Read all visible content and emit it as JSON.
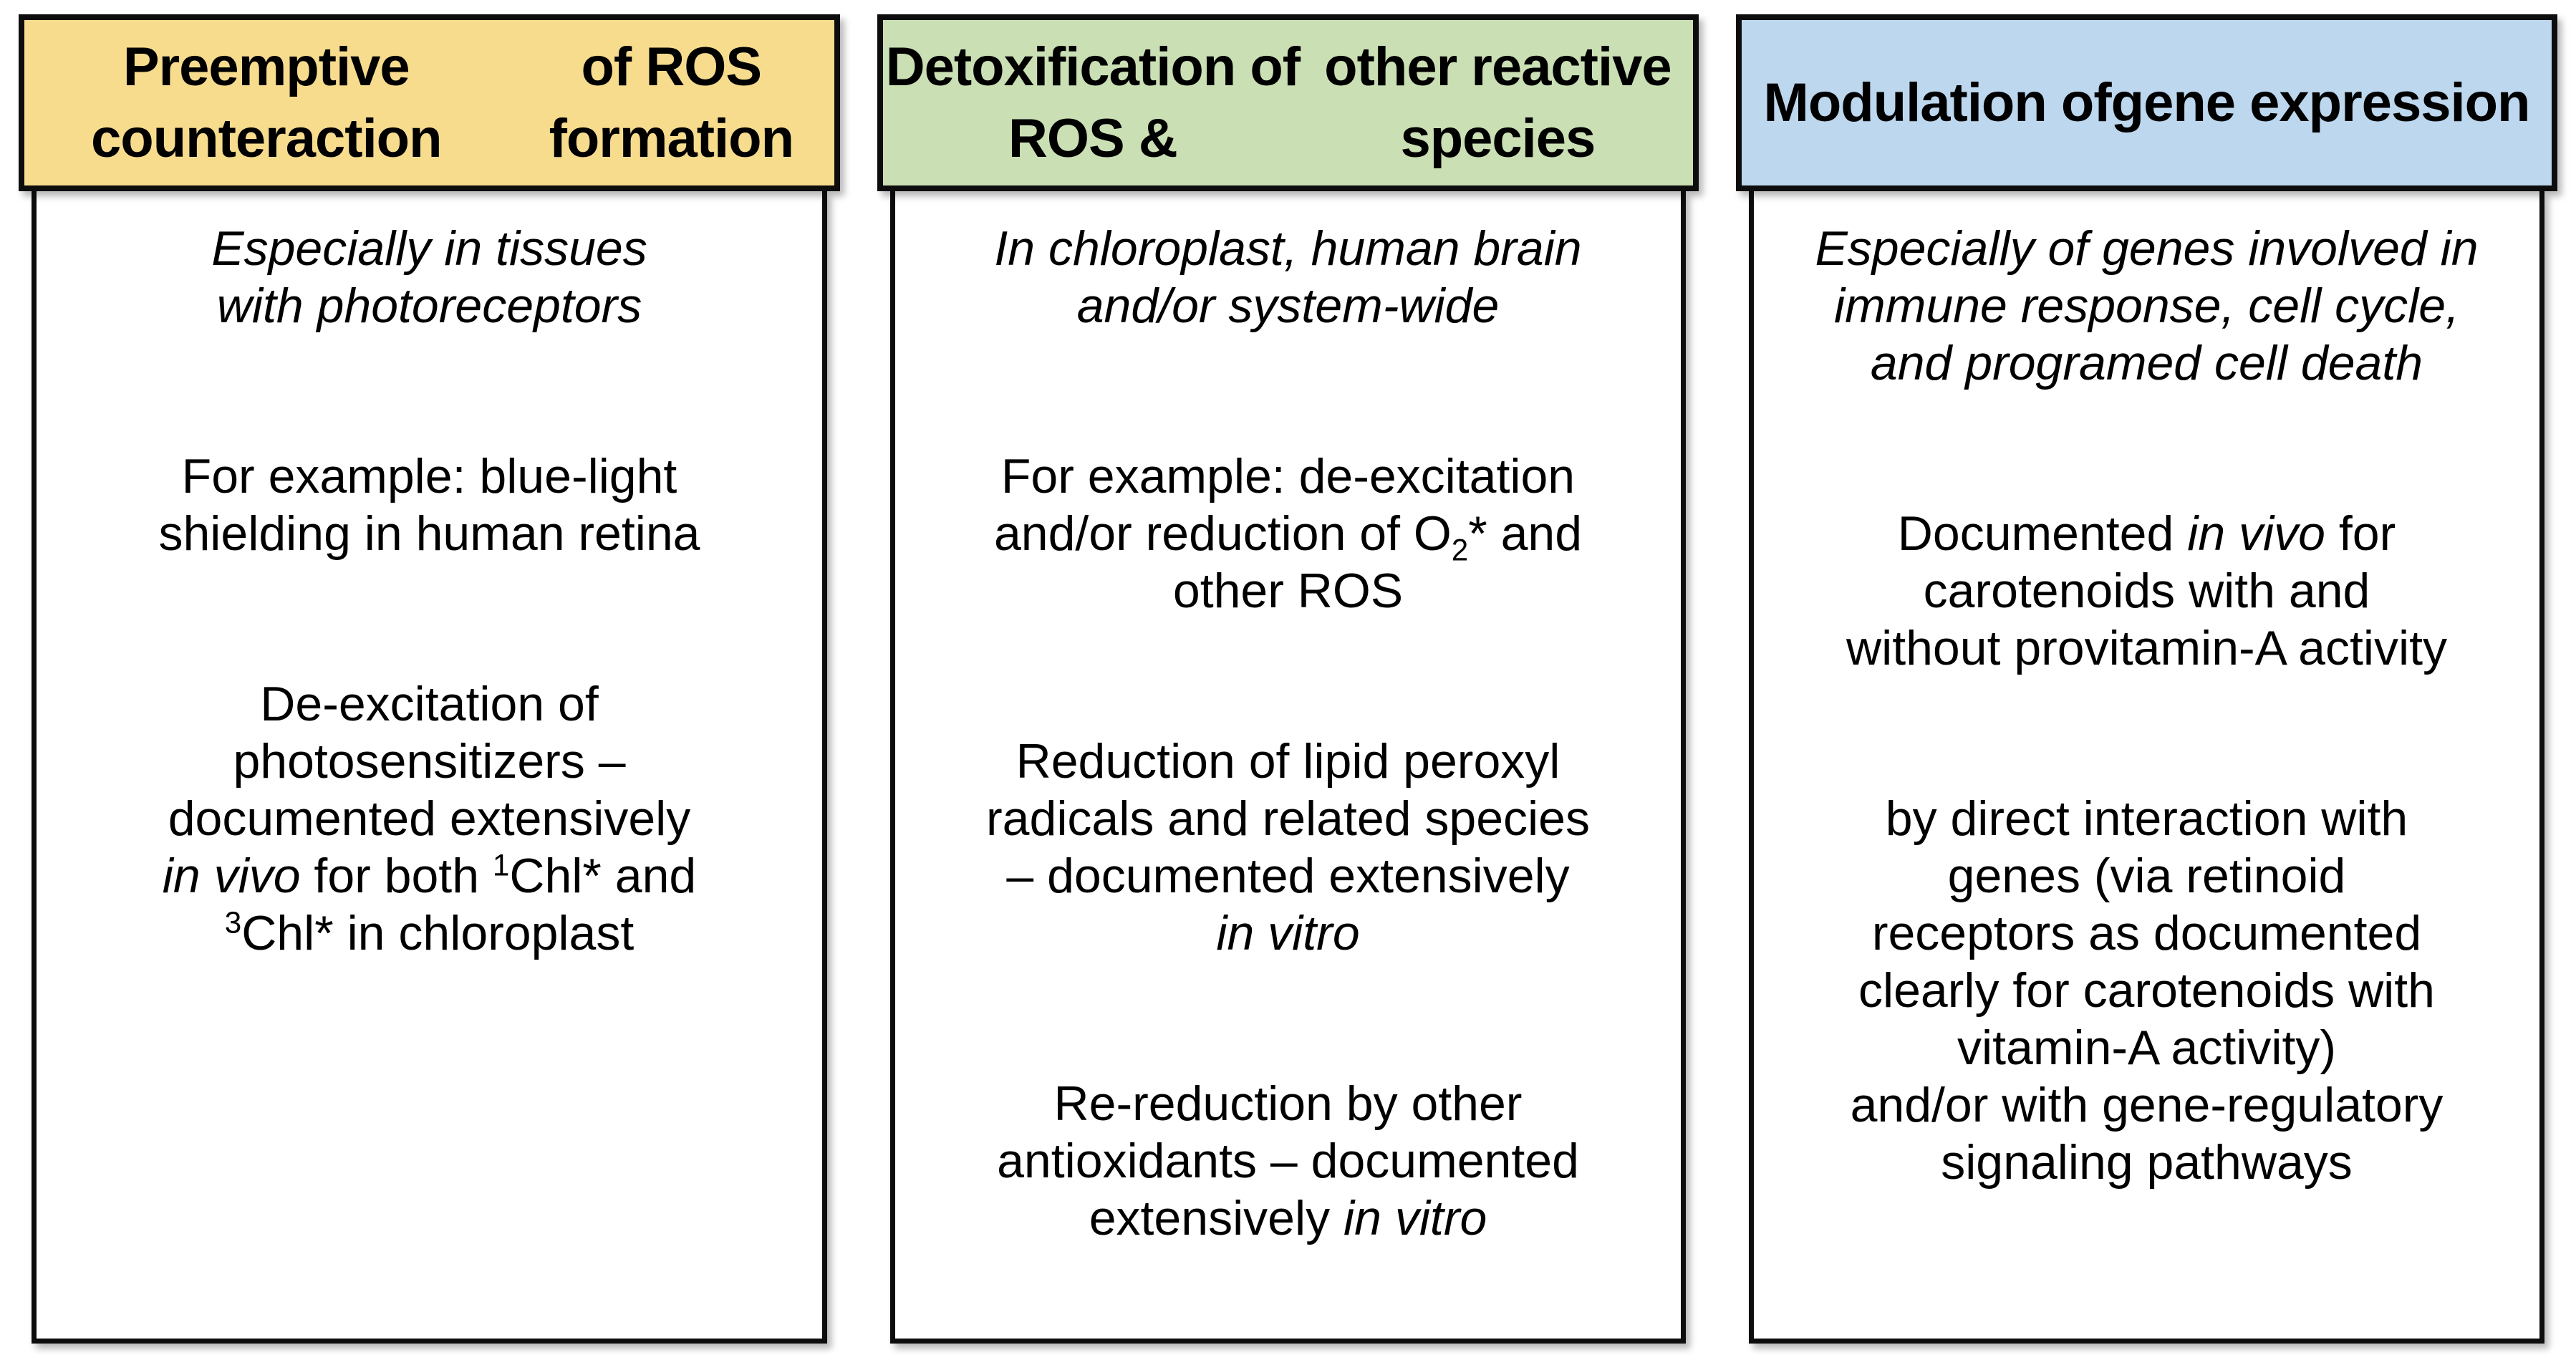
{
  "figure": {
    "border_color": "#0d0d0d",
    "columns": [
      {
        "name": "preemptive-counteraction-of-ros-formation",
        "header": {
          "bg": "#F7DC8E",
          "segments": [
            {
              "text": "Preemptive counteraction",
              "style": "plain"
            },
            {
              "style": "break"
            },
            {
              "text": "of ROS formation",
              "style": "plain"
            }
          ]
        },
        "paragraphs": [
          {
            "italic": true,
            "segments": [
              {
                "text": "Especially in tissues",
                "style": "plain"
              },
              {
                "style": "break"
              },
              {
                "text": "with photoreceptors",
                "style": "plain"
              }
            ]
          },
          {
            "segments": [
              {
                "text": "For example: blue-light",
                "style": "plain"
              },
              {
                "style": "break"
              },
              {
                "text": "shielding in human retina",
                "style": "plain"
              }
            ]
          },
          {
            "segments": [
              {
                "text": "De-excitation of",
                "style": "plain"
              },
              {
                "style": "break"
              },
              {
                "text": "photosensitizers –",
                "style": "plain"
              },
              {
                "style": "break"
              },
              {
                "text": "documented extensively",
                "style": "plain"
              },
              {
                "style": "break"
              },
              {
                "text": "in vivo",
                "style": "italic"
              },
              {
                "text": " for both ",
                "style": "plain"
              },
              {
                "text": "1",
                "style": "sup"
              },
              {
                "text": "Chl* and",
                "style": "plain"
              },
              {
                "style": "break"
              },
              {
                "text": "3",
                "style": "sup"
              },
              {
                "text": "Chl* in chloroplast",
                "style": "plain"
              }
            ]
          }
        ]
      },
      {
        "name": "detoxification-of-ros",
        "header": {
          "bg": "#CBDFB4",
          "segments": [
            {
              "text": "Detoxification of ROS &",
              "style": "plain"
            },
            {
              "style": "break"
            },
            {
              "text": "other reactive species",
              "style": "plain"
            }
          ]
        },
        "paragraphs": [
          {
            "italic": true,
            "segments": [
              {
                "text": "In chloroplast, human brain",
                "style": "plain"
              },
              {
                "style": "break"
              },
              {
                "text": "and/or system-wide",
                "style": "plain"
              }
            ]
          },
          {
            "segments": [
              {
                "text": "For example: de-excitation",
                "style": "plain"
              },
              {
                "style": "break"
              },
              {
                "text": "and/or reduction of O",
                "style": "plain"
              },
              {
                "text": "2",
                "style": "sub"
              },
              {
                "text": "* and",
                "style": "plain"
              },
              {
                "style": "break"
              },
              {
                "text": "other ROS",
                "style": "plain"
              }
            ]
          },
          {
            "segments": [
              {
                "text": "Reduction of lipid peroxyl",
                "style": "plain"
              },
              {
                "style": "break"
              },
              {
                "text": "radicals and related species",
                "style": "plain"
              },
              {
                "style": "break"
              },
              {
                "text": "– documented extensively",
                "style": "plain"
              },
              {
                "style": "break"
              },
              {
                "text": "in vitro",
                "style": "italic"
              }
            ]
          },
          {
            "segments": [
              {
                "text": "Re-reduction by other",
                "style": "plain"
              },
              {
                "style": "break"
              },
              {
                "text": "antioxidants – documented",
                "style": "plain"
              },
              {
                "style": "break"
              },
              {
                "text": "extensively ",
                "style": "plain"
              },
              {
                "text": "in vitro",
                "style": "italic"
              }
            ]
          }
        ]
      },
      {
        "name": "modulation-of-gene-expression",
        "header": {
          "bg": "#BDD7EE",
          "segments": [
            {
              "text": "Modulation of",
              "style": "plain"
            },
            {
              "style": "break"
            },
            {
              "text": "gene expression",
              "style": "plain"
            }
          ]
        },
        "paragraphs": [
          {
            "italic": true,
            "segments": [
              {
                "text": "Especially of genes involved in",
                "style": "plain"
              },
              {
                "style": "break"
              },
              {
                "text": "immune response, cell cycle,",
                "style": "plain"
              },
              {
                "style": "break"
              },
              {
                "text": "and programed cell death",
                "style": "plain"
              }
            ]
          },
          {
            "segments": [
              {
                "text": "Documented ",
                "style": "plain"
              },
              {
                "text": "in vivo",
                "style": "italic"
              },
              {
                "text": " for",
                "style": "plain"
              },
              {
                "style": "break"
              },
              {
                "text": "carotenoids with and",
                "style": "plain"
              },
              {
                "style": "break"
              },
              {
                "text": "without provitamin-A activity",
                "style": "plain"
              }
            ]
          },
          {
            "segments": [
              {
                "text": "by direct interaction with",
                "style": "plain"
              },
              {
                "style": "break"
              },
              {
                "text": "genes (via retinoid",
                "style": "plain"
              },
              {
                "style": "break"
              },
              {
                "text": "receptors as documented",
                "style": "plain"
              },
              {
                "style": "break"
              },
              {
                "text": "clearly for carotenoids with",
                "style": "plain"
              },
              {
                "style": "break"
              },
              {
                "text": "vitamin-A activity)",
                "style": "plain"
              },
              {
                "style": "break"
              },
              {
                "text": "and/or with gene-regulatory",
                "style": "plain"
              },
              {
                "style": "break"
              },
              {
                "text": "signaling pathways",
                "style": "plain"
              }
            ]
          }
        ]
      }
    ]
  }
}
